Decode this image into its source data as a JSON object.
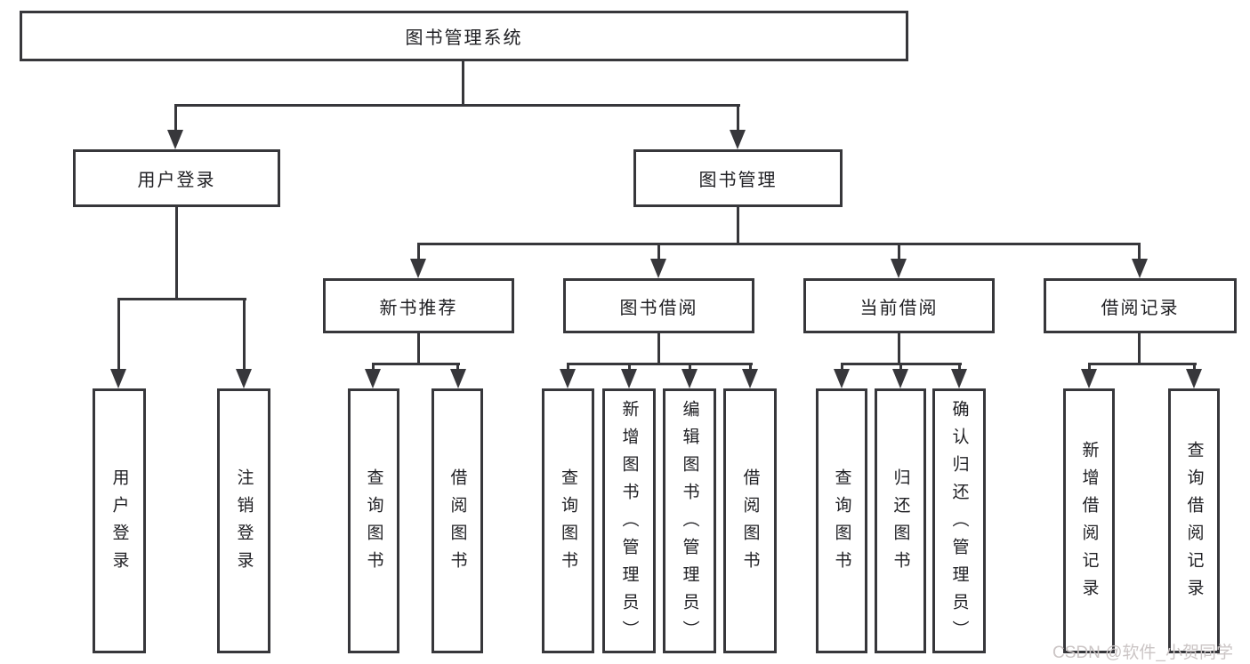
{
  "diagram": {
    "type": "tree",
    "colors": {
      "line": "#37373b",
      "text": "#202024",
      "background": "#ffffff",
      "watermark_text": "#cbc5c5"
    },
    "watermark": {
      "text": "CSDN @软件_小贺同学"
    },
    "tree": {
      "label": "图书管理系统",
      "children": [
        {
          "label": "用户登录",
          "children": [
            {
              "label": "用户登录"
            },
            {
              "label": "注销登录"
            }
          ]
        },
        {
          "label": "图书管理",
          "children": [
            {
              "label": "新书推荐",
              "children": [
                {
                  "label": "查询图书"
                },
                {
                  "label": "借阅图书"
                }
              ]
            },
            {
              "label": "图书借阅",
              "children": [
                {
                  "label": "查询图书"
                },
                {
                  "label": "新增图书（管理员）"
                },
                {
                  "label": "编辑图书（管理员）"
                },
                {
                  "label": "借阅图书"
                }
              ]
            },
            {
              "label": "当前借阅",
              "children": [
                {
                  "label": "查询图书"
                },
                {
                  "label": "归还图书"
                },
                {
                  "label": "确认归还（管理员）"
                }
              ]
            },
            {
              "label": "借阅记录",
              "children": [
                {
                  "label": "新增借阅记录"
                },
                {
                  "label": "查询借阅记录"
                }
              ]
            }
          ]
        }
      ]
    }
  }
}
